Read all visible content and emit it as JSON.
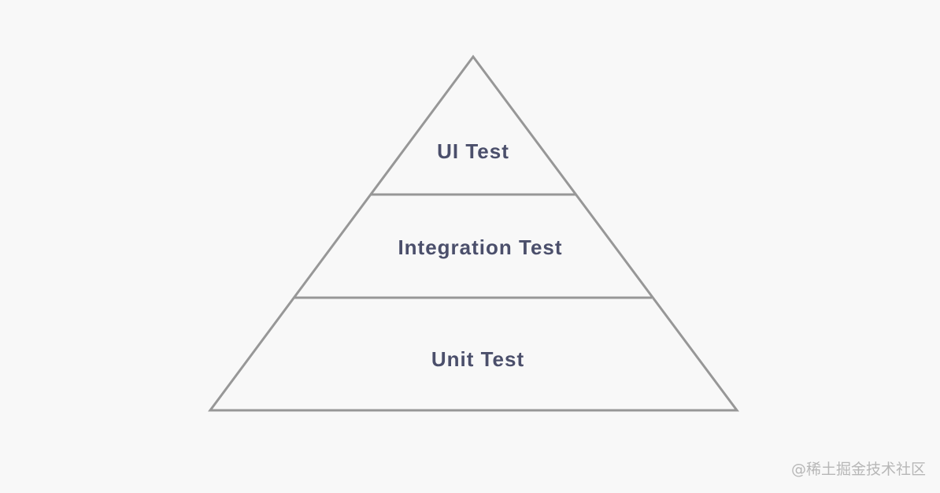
{
  "diagram": {
    "tiers": [
      {
        "label": "UI Test"
      },
      {
        "label": "Integration Test"
      },
      {
        "label": "Unit Test"
      }
    ]
  },
  "colors": {
    "background": "#f8f8f8",
    "outline": "#979797",
    "label_text": "#4b4f6b",
    "watermark": "#b7b7b7"
  },
  "watermark": {
    "text": "@稀土掘金技术社区"
  }
}
